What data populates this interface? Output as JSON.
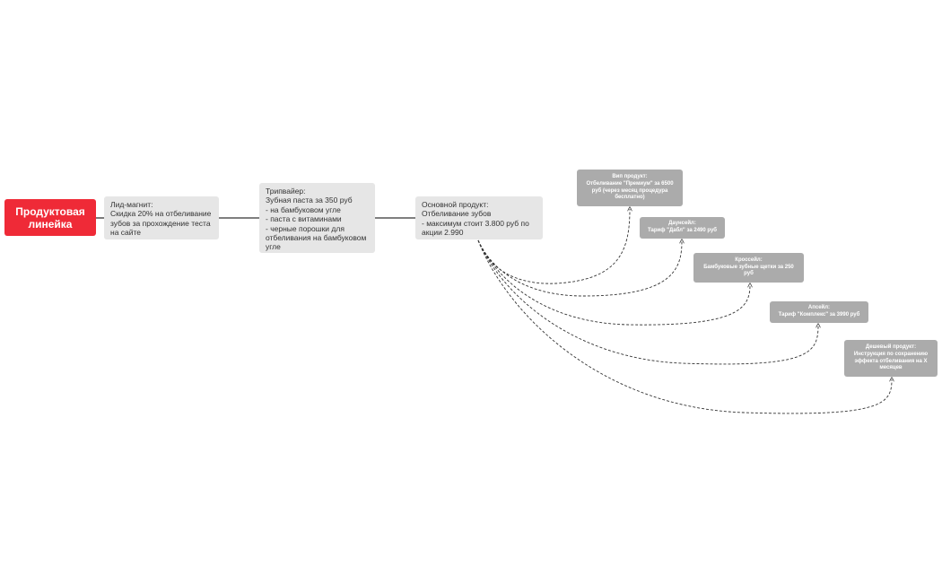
{
  "diagram": {
    "root": {
      "label": "Продуктовая\nлинейка",
      "color": "#ef2a37"
    },
    "chain": [
      {
        "id": "lead",
        "text": "Лид-магнит:\nСкидка 20% на отбеливание\nзубов за прохождение теста\nна сайте"
      },
      {
        "id": "trip",
        "text": "Трипвайер:\nЗубная паста за 350 руб\n- на бамбуковом угле\n- паста с витаминами\n- черные порошки для\nотбеливания на бамбуковом\nугле"
      },
      {
        "id": "core",
        "text": "Основной продукт:\nОтбеливание зубов\n- максимум стоит 3.800 руб по\nакции 2.990"
      }
    ],
    "branches": [
      {
        "id": "vip",
        "text": "Вип продукт:\nОтбеливание \"Премиум\" за 6500\nруб (через месяц процедура\nбесплатно)"
      },
      {
        "id": "down",
        "text": "Даунсейл:\nТариф \"Дабл\" за 2490 руб"
      },
      {
        "id": "cross",
        "text": "Кроссейл:\nБамбуковые зубные щетки за 250\nруб"
      },
      {
        "id": "up",
        "text": "Апсейл:\nТариф \"Комплекс\" за 3990 руб"
      },
      {
        "id": "cheap",
        "text": "Дешевый продукт:\nИнструкция по сохранению\nэффекта отбеливания на X\nмесяцев"
      }
    ],
    "colors": {
      "main_node_bg": "#e6e6e6",
      "sub_node_bg": "#ababab",
      "connector": "#333333"
    }
  }
}
